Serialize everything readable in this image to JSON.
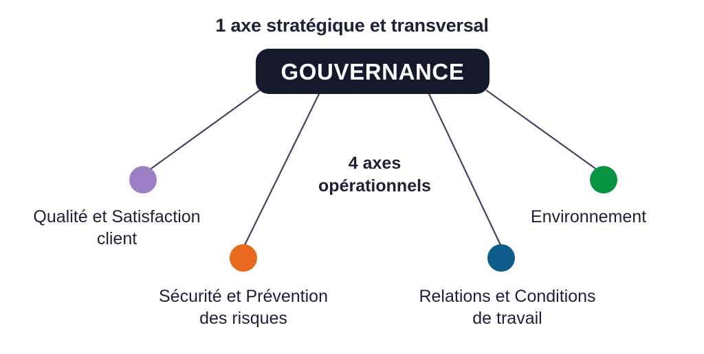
{
  "diagram": {
    "type": "hub-and-spoke",
    "strategic_title": "1 axe stratégique et transversal",
    "hub": {
      "label": "GOUVERNANCE",
      "box_color": "#16182c",
      "text_color": "#ffffff"
    },
    "operational_title_line1": "4 axes",
    "operational_title_line2": "opérationnels",
    "connector_color": "#3f4560",
    "text_color": "#1e2038",
    "background_color": "#ffffff",
    "axes": [
      {
        "id": "qualite",
        "label_line1": "Qualité et Satisfaction",
        "label_line2": "client",
        "dot_color": "#9b7ec4"
      },
      {
        "id": "securite",
        "label_line1": "Sécurité et Prévention",
        "label_line2": "des risques",
        "dot_color": "#e8681c"
      },
      {
        "id": "relations",
        "label_line1": "Relations et Conditions",
        "label_line2": "de travail",
        "dot_color": "#0d5c8c"
      },
      {
        "id": "environnement",
        "label_line1": "Environnement",
        "label_line2": "",
        "dot_color": "#069443"
      }
    ]
  }
}
